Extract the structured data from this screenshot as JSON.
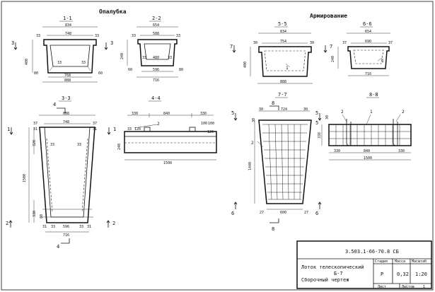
{
  "headings": {
    "formwork": "Опалубка",
    "reinforcement": "Армирование"
  },
  "sections": {
    "s11": "1-1",
    "s22": "2-2",
    "s33": "3-3",
    "s44": "4-4",
    "s55": "5-5",
    "s66": "6-6",
    "s77": "7-7",
    "s88": "8-8"
  },
  "marks": {
    "one": "1",
    "two": "2",
    "three": "3",
    "four": "4",
    "five": "5",
    "six": "6",
    "seven": "7",
    "eight": "8"
  },
  "dims": {
    "d834": "834",
    "d748": "748",
    "d33": "33",
    "d400": "400",
    "d80": "80",
    "d60": "60",
    "d768": "768",
    "d888": "888",
    "d654": "654",
    "d588": "588",
    "d240": "240",
    "d480": "480",
    "d596": "596",
    "d716": "716",
    "d31": "31",
    "d37": "37",
    "d320": "320",
    "d1500": "1500",
    "d330": "330",
    "d840": "840",
    "d100": "100",
    "d120": "120",
    "d754": "754",
    "d30": "30",
    "d690": "690",
    "d724": "724",
    "d1440": "1440",
    "d600": "600",
    "d27": "27",
    "d338": "338"
  },
  "title_block": {
    "doc_code": "3.503.1-66-70.8 СБ",
    "title_line1": "Лоток телескопический",
    "title_line2": "Б-7",
    "title_line3": "Сборочный чертеж",
    "col_stage": "Стадия",
    "col_mass": "Масса",
    "col_scale": "Масштаб",
    "stage": "Р",
    "mass": "0,32",
    "scale": "1:20",
    "sheet_label": "Лист",
    "sheets_label": "Листов",
    "sheets_count": "1"
  }
}
